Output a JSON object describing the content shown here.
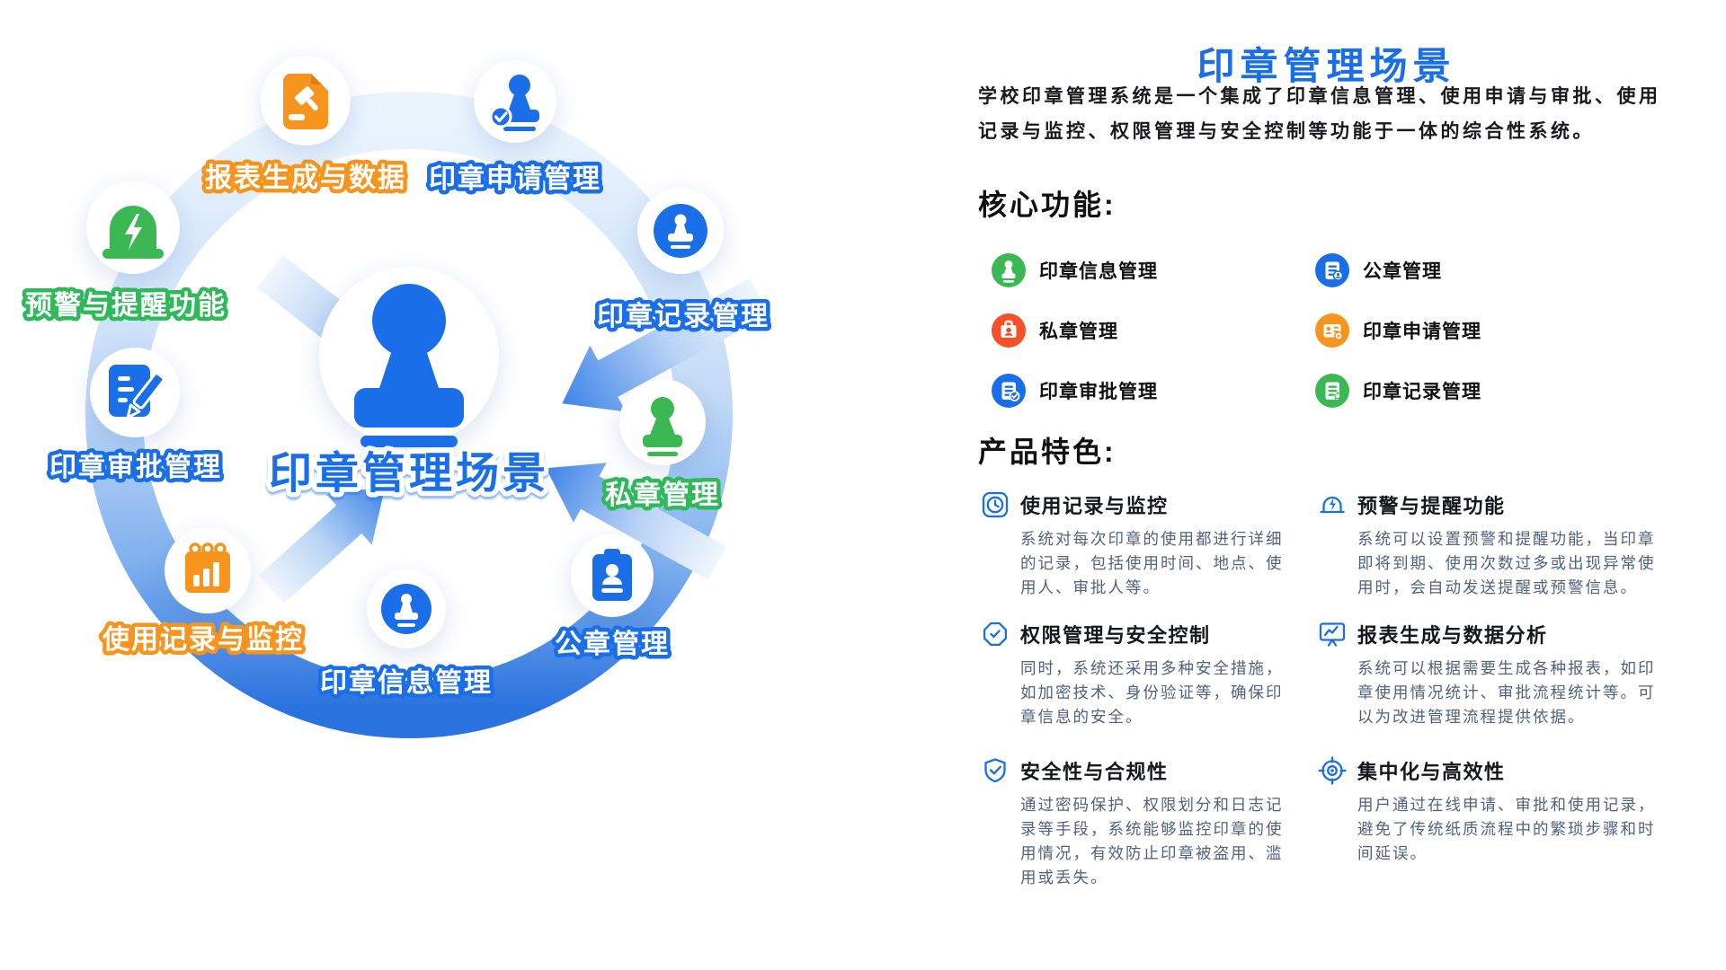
{
  "colors": {
    "primary_blue": "#1a6ee8",
    "green": "#3bb854",
    "orange": "#f7941e",
    "red": "#f4502a",
    "ring_light": "#cfe3f8",
    "ring_dark": "#2a72de",
    "desc_text": "#52627c"
  },
  "diagram": {
    "center_title": "印章管理场景",
    "center_icon": "stamp-icon",
    "nodes": [
      {
        "label": "报表生成与数据",
        "color": "orange",
        "icon": "report-document-icon"
      },
      {
        "label": "印章申请管理",
        "color": "blue",
        "icon": "stamp-check-icon"
      },
      {
        "label": "印章记录管理",
        "color": "blue",
        "icon": "stamp-record-icon"
      },
      {
        "label": "私章管理",
        "color": "green",
        "icon": "private-stamp-icon"
      },
      {
        "label": "公章管理",
        "color": "blue",
        "icon": "badge-person-icon"
      },
      {
        "label": "印章信息管理",
        "color": "blue",
        "icon": "stamp-info-icon"
      },
      {
        "label": "使用记录与监控",
        "color": "orange",
        "icon": "calendar-chart-icon"
      },
      {
        "label": "印章审批管理",
        "color": "blue",
        "icon": "document-pencil-icon"
      },
      {
        "label": "预警与提醒功能",
        "color": "green",
        "icon": "alarm-lightning-icon"
      }
    ]
  },
  "panel": {
    "title": "印章管理场景",
    "intro": "学校印章管理系统是一个集成了印章信息管理、使用申请与审批、使用记录与监控、权限管理与安全控制等功能于一体的综合性系统。",
    "core_heading": "核心功能:",
    "core_items": [
      {
        "label": "印章信息管理",
        "color": "#3bb854",
        "icon": "seal-info-icon"
      },
      {
        "label": "公章管理",
        "color": "#1a6ee8",
        "icon": "public-seal-icon"
      },
      {
        "label": "私章管理",
        "color": "#f4502a",
        "icon": "private-seal-icon"
      },
      {
        "label": "印章申请管理",
        "color": "#f7941e",
        "icon": "seal-apply-icon"
      },
      {
        "label": "印章审批管理",
        "color": "#1a6ee8",
        "icon": "seal-approve-icon"
      },
      {
        "label": "印章记录管理",
        "color": "#3bb854",
        "icon": "seal-record-icon"
      }
    ],
    "features_heading": "产品特色:",
    "features": [
      {
        "title": "使用记录与监控",
        "icon": "clock-icon",
        "desc": "系统对每次印章的使用都进行详细的记录，包括使用时间、地点、使用人、审批人等。"
      },
      {
        "title": "预警与提醒功能",
        "icon": "siren-bolt-icon",
        "desc": "系统可以设置预警和提醒功能，当印章即将到期、使用次数过多或出现异常使用时，会自动发送提醒或预警信息。"
      },
      {
        "title": "权限管理与安全控制",
        "icon": "badge-check-icon",
        "desc": "同时，系统还采用多种安全措施，如加密技术、身份验证等，确保印章信息的安全。"
      },
      {
        "title": "报表生成与数据分析",
        "icon": "monitor-chart-icon",
        "desc": "系统可以根据需要生成各种报表，如印章使用情况统计、审批流程统计等。可以为改进管理流程提供依据。"
      },
      {
        "title": "安全性与合规性",
        "icon": "shield-check-icon",
        "desc": "通过密码保护、权限划分和日志记录等手段，系统能够监控印章的使用情况，有效防止印章被盗用、滥用或丢失。"
      },
      {
        "title": "集中化与高效性",
        "icon": "target-icon",
        "desc": "用户通过在线申请、审批和使用记录，避免了传统纸质流程中的繁琐步骤和时间延误。"
      }
    ]
  }
}
